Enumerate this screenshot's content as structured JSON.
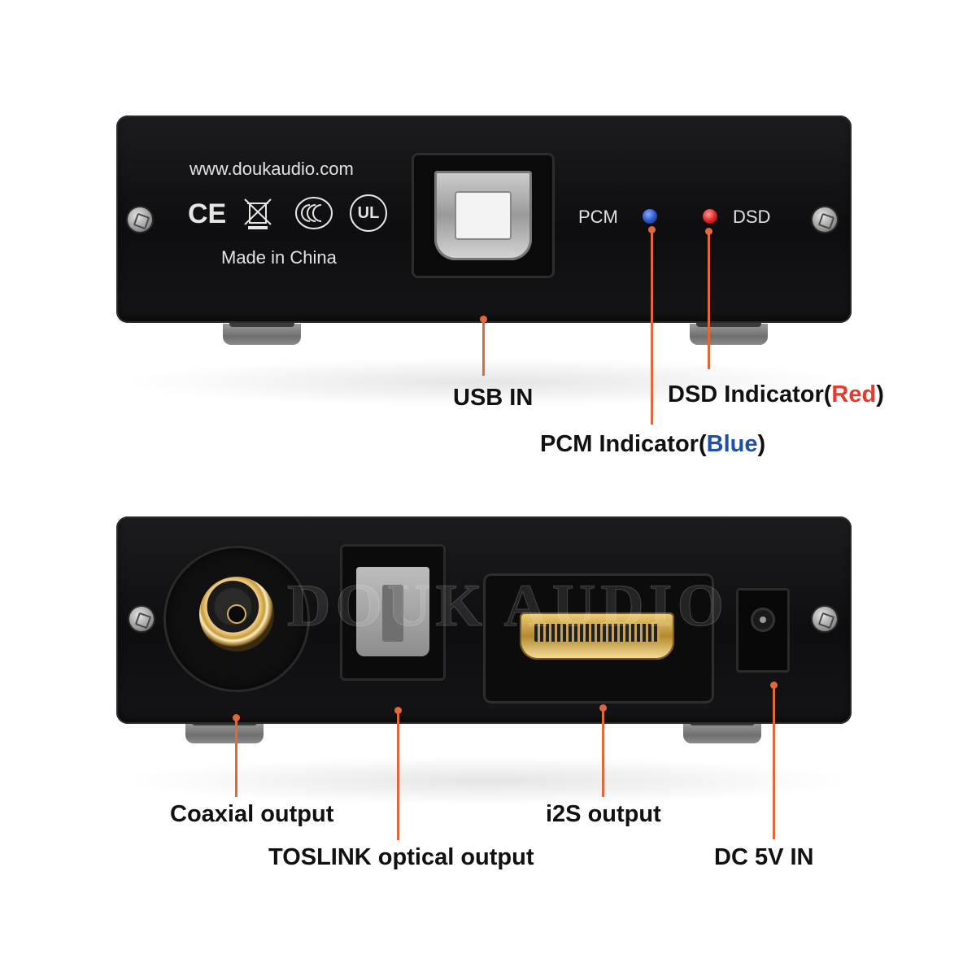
{
  "top_panel": {
    "website": "www.doukaudio.com",
    "cert_ce": "CE",
    "cert_ul": "UL",
    "made_in": "Made in China",
    "pcm_label": "PCM",
    "dsd_label": "DSD"
  },
  "bottom_panel": {
    "watermark": "DOUK AUDIO"
  },
  "callouts": {
    "usb_in": "USB IN",
    "dsd_prefix": "DSD Indicator(",
    "dsd_color": "Red",
    "dsd_suffix": ")",
    "pcm_prefix": "PCM Indicator(",
    "pcm_color": "Blue",
    "pcm_suffix": ")",
    "coaxial": "Coaxial output",
    "toslink": "TOSLINK optical output",
    "i2s": "i2S output",
    "dc": "DC 5V IN"
  },
  "colors": {
    "lead_line": "#e2673a",
    "red_text": "#e53a2c",
    "blue_text": "#1f4fa6",
    "pcm_led": "#2a55c8",
    "dsd_led": "#e02020"
  }
}
